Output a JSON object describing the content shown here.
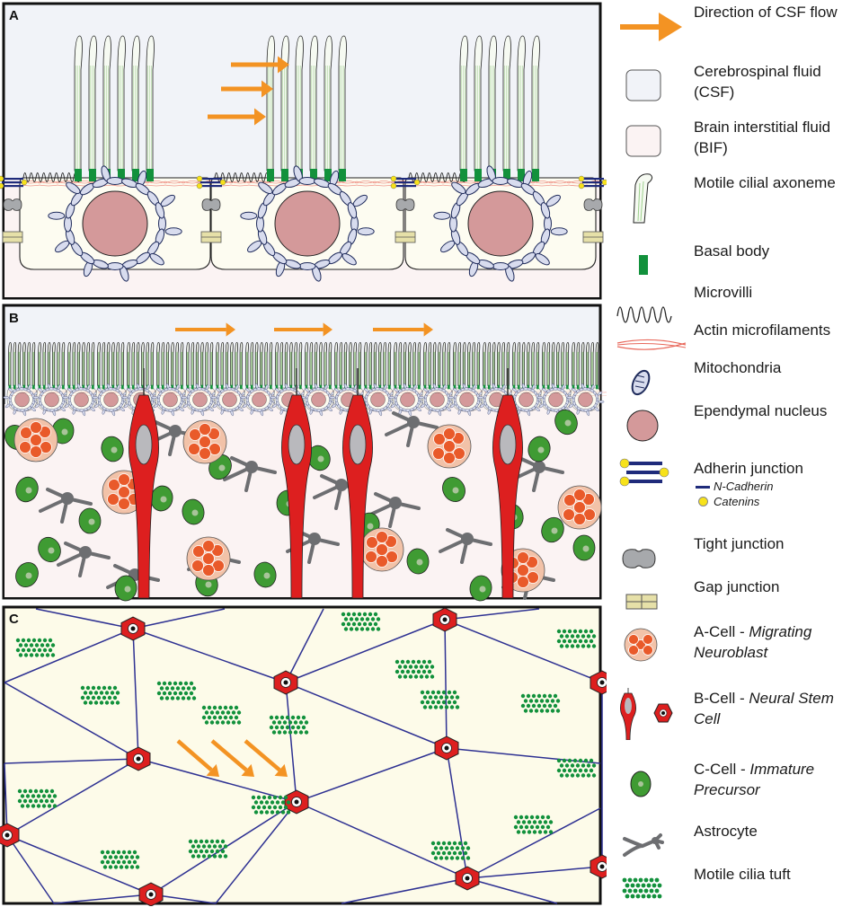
{
  "panels": [
    {
      "label": "A"
    },
    {
      "label": "B"
    },
    {
      "label": "C"
    }
  ],
  "legend": [
    {
      "icon": "orange-arrow-icon",
      "label": "Direction of CSF flow"
    },
    {
      "icon": "csf-swatch-icon",
      "label": "Cerebrospinal fluid (CSF)"
    },
    {
      "icon": "bif-swatch-icon",
      "label": "Brain interstitial fluid (BIF)"
    },
    {
      "icon": "cilium-icon",
      "label": "Motile cilial axoneme"
    },
    {
      "icon": "basal-body-icon",
      "label": "Basal body"
    },
    {
      "icon": "microvilli-icon",
      "label": "Microvilli"
    },
    {
      "icon": "actin-icon",
      "label": "Actin microfilaments"
    },
    {
      "icon": "mitochondrion-icon",
      "label": "Mitochondria"
    },
    {
      "icon": "nucleus-icon",
      "label": "Ependymal nucleus"
    },
    {
      "icon": "adherin-junction-icon",
      "label": "Adherin junction",
      "sub": [
        "N-Cadherin",
        "Catenins"
      ]
    },
    {
      "icon": "tight-junction-icon",
      "label": "Tight junction"
    },
    {
      "icon": "gap-junction-icon",
      "label": "Gap junction"
    },
    {
      "icon": "a-cell-icon",
      "label": "A-Cell - ",
      "label_italic": "Migrating Neuroblast"
    },
    {
      "icon": "b-cell-icon",
      "label": "B-Cell - ",
      "label_italic": "Neural Stem Cell"
    },
    {
      "icon": "c-cell-icon",
      "label": "C-Cell - ",
      "label_italic": "Immature Precursor"
    },
    {
      "icon": "astrocyte-icon",
      "label": "Astrocyte"
    },
    {
      "icon": "cilia-tuft-icon",
      "label": "Motile cilia tuft"
    }
  ],
  "colors": {
    "csf": "#f1f3f8",
    "bif": "#fbf3f3",
    "flow_arrow": "#f39323",
    "basal_body": "#12913c",
    "nucleus": "#d4999a",
    "b_cell": "#dd1f1f",
    "c_cell": "#3f9b33",
    "a_cell": "#e95a2a",
    "astrocyte": "#6d6e71",
    "junction_blue": "#1f2b7b",
    "catenin_yellow": "#f7e21a",
    "panel_c_fill": "#fdfbe9",
    "panel_c_lines": "#2e3192"
  }
}
